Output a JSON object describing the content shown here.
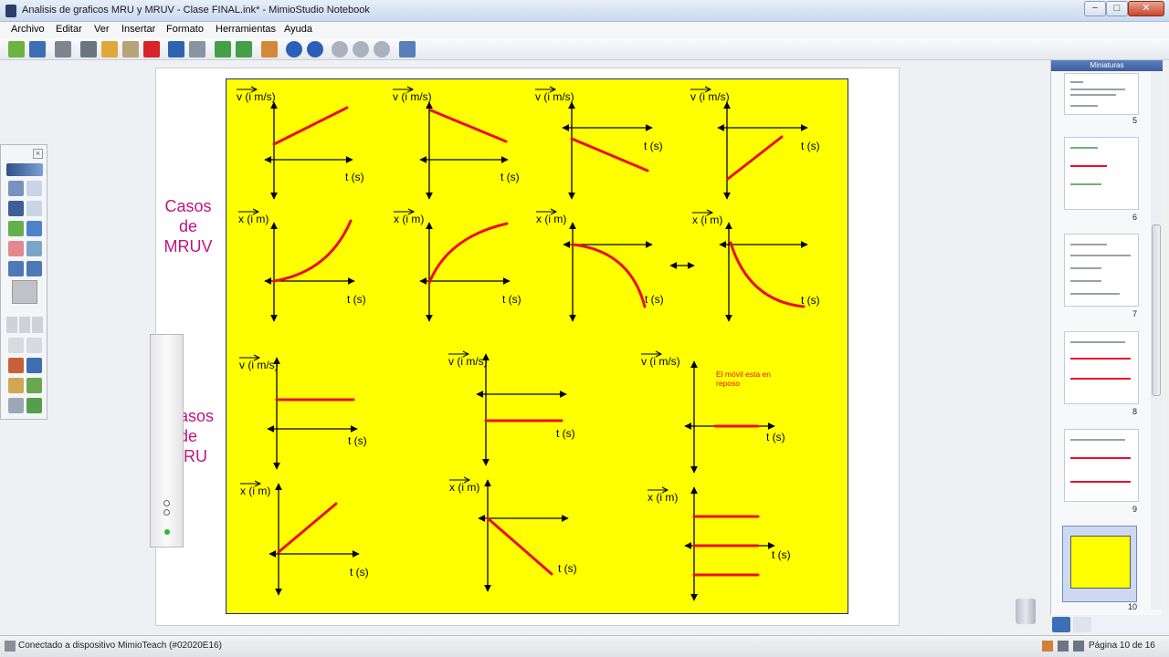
{
  "window": {
    "title": "Analisis de graficos MRU y MRUV - Clase FINAL.ink* - MimioStudio Notebook",
    "min": "−",
    "max": "□",
    "close": "✕"
  },
  "menu": [
    "Archivo",
    "Editar",
    "Ver",
    "Insertar",
    "Formato",
    "Herramientas",
    "Ayuda"
  ],
  "slide": {
    "label_mruv": "Casos de MRUV",
    "label_mru": "asos de IRU",
    "label_v": "v (i m/s)",
    "label_x": "x (i m)",
    "label_t": "t (s)",
    "note": "El móvil esta en reposo"
  },
  "colors": {
    "curve": "#e8102a",
    "background": "#ffff00",
    "accent": "#c0157f"
  },
  "thumbnails": {
    "header": "Miniaturas",
    "items": [
      {
        "num": "5"
      },
      {
        "num": "6"
      },
      {
        "num": "7"
      },
      {
        "num": "8"
      },
      {
        "num": "9"
      },
      {
        "num": "10",
        "selected": true
      }
    ]
  },
  "status": {
    "message": "Conectado a dispositivo MimioTeach (#02020E16)",
    "page": "Página 10 de 16"
  },
  "icons": {
    "toolbar": [
      "open-icon",
      "save-icon",
      "print-icon",
      "cut-icon",
      "copy-icon",
      "paste-icon",
      "delete-icon",
      "undo-icon",
      "redo-icon",
      "new-page-icon",
      "add-page-icon",
      "users-icon",
      "back-icon",
      "forward-icon",
      "zoom-in-icon",
      "zoom-out-icon",
      "zoom-fit-icon",
      "display-icon"
    ],
    "tools": [
      "select-icon",
      "zoom-icon",
      "pen-icon",
      "text-icon",
      "highlighter-icon",
      "shape-icon",
      "eraser-icon",
      "image-icon",
      "eyedropper-icon",
      "fill-icon",
      "color-swatch-icon",
      "line-style-icon",
      "reveal-icon",
      "spotlight-icon",
      "record-icon",
      "screen-icon",
      "gallery-icon",
      "export-icon"
    ]
  }
}
